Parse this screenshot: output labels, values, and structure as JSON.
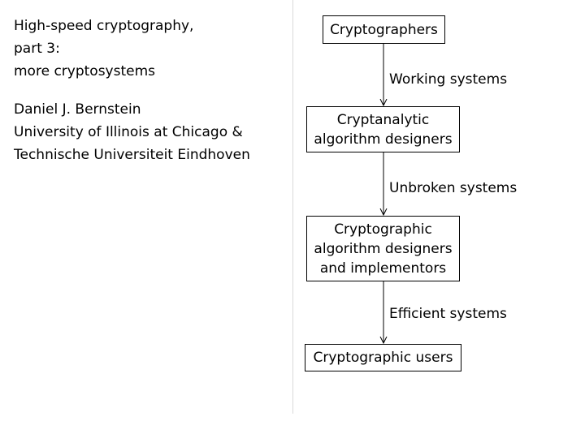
{
  "title": {
    "lines": [
      "High-speed cryptography,",
      "part 3:",
      "more cryptosystems"
    ]
  },
  "author": {
    "lines": [
      "Daniel J. Bernstein",
      "University of Illinois at Chicago &",
      "Technische Universiteit Eindhoven"
    ]
  },
  "diagram": {
    "nodes": [
      {
        "lines": [
          "Cryptographers"
        ]
      },
      {
        "lines": [
          "Cryptanalytic",
          "algorithm designers"
        ]
      },
      {
        "lines": [
          "Cryptographic",
          "algorithm designers",
          "and implementors"
        ]
      },
      {
        "lines": [
          "Cryptographic users"
        ]
      }
    ],
    "edges": [
      {
        "label": "Working systems"
      },
      {
        "label": "Unbroken systems"
      },
      {
        "label": "Efficient systems"
      }
    ]
  }
}
